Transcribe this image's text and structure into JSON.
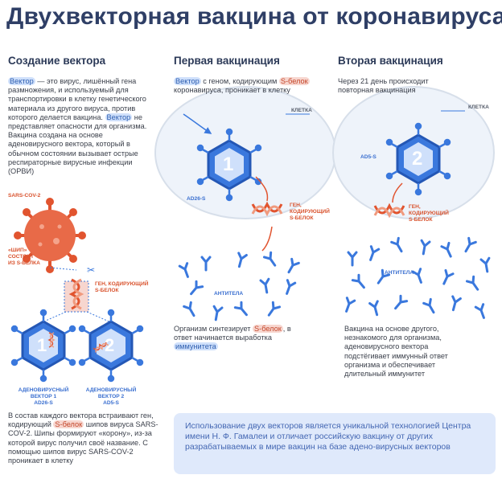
{
  "title": "Двухвекторная вакцина от коронавируса",
  "columns": {
    "col1": {
      "heading": "Создание вектора",
      "intro": {
        "word_vector": "Вектор",
        "part1": " — это вирус, лишённый гена размножения, и используемый для транспортировки в клетку генетического материала из другого вируса, против которого делается вакцина.",
        "word_vector2": "Вектор",
        "part2": " не представляет опасности для организма. Вакцина создана на основе аденовирусного вектора, который в обычном состоянии вызывает острые респираторные вирусные инфекции (ОРВИ)"
      },
      "sars_label": "SARS-COV-2",
      "spike_label_lines": [
        "«ШИП»",
        "СОСТОИТ",
        "ИЗ S-БЕЛКА"
      ],
      "gene_label_lines": [
        "ГЕН, КОДИРУЮЩИЙ",
        "S-БЕЛОК"
      ],
      "vector1_number": "1",
      "vector2_number": "2",
      "vector1_caption": [
        "АДЕНОВИРУСНЫЙ",
        "ВЕКТОР 1",
        "AD26-S"
      ],
      "vector2_caption": [
        "АДЕНОВИРУСНЫЙ",
        "ВЕКТОР 2",
        "AD5-S"
      ],
      "bottom": {
        "part1": "В состав каждого вектора встраивают ген, кодирующий",
        "word_sbelok": "S-белок",
        "part2": " шипов вируса SARS-COV-2. Шипы формируют «корону», из-за которой вирус получил своё название. С помощью шипов вирус SARS-COV-2 проникает в клетку"
      }
    },
    "col2": {
      "heading": "Первая вакцинация",
      "intro": {
        "word_vector": "Вектор",
        "part1": " с геном, кодирующим",
        "word_sbelok": "S-белок",
        "part2": " коронавируса, проникает в клетку"
      },
      "cell_label": "КЛЕТКА",
      "vector_number": "1",
      "vector_label": "AD26-S",
      "gene_label_lines": [
        "ГЕН,",
        "КОДИРУЮЩИЙ",
        "S-БЕЛОК"
      ],
      "antibody_label": "АНТИТЕЛА",
      "bottom": {
        "part1": "Организм синтезирует",
        "word_sbelok": "S-белок",
        "part2": ", в ответ начинается выработка ",
        "word_immunity": "иммунитета"
      }
    },
    "col3": {
      "heading": "Вторая вакцинация",
      "intro": "Через 21 день происходит повторная вакцинация",
      "cell_label": "КЛЕТКА",
      "vector_number": "2",
      "vector_label": "AD5-S",
      "gene_label_lines": [
        "ГЕН,",
        "КОДИРУЮЩИЙ",
        "S-БЕЛОК"
      ],
      "antibody_label": "АНТИТЕЛА",
      "bottom": "Вакцина на основе другого, незнакомого для организма, аденовирусного вектора подстёгивает иммунный ответ организма и обеспечивает длительный иммунитет"
    }
  },
  "note": "Использование двух векторов является уникальной технологией Центра имени Н. Ф. Гамалеи и отличает российскую вакцину от других разрабатываемых в мире вакцин на базе адено-вирусных векторов",
  "colors": {
    "blue": "#3a78dd",
    "blue_light": "#cfe0fb",
    "red": "#e1542f",
    "navy": "#2f3f66",
    "cell": "#eef3fa"
  }
}
